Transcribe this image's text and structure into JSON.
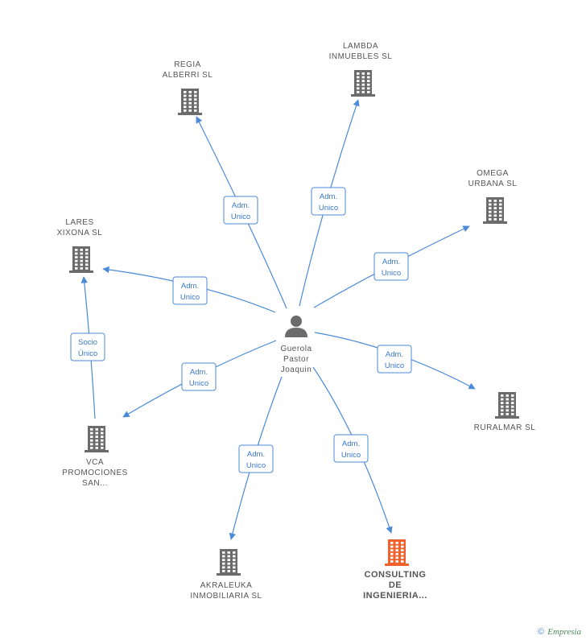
{
  "center": {
    "name_lines": [
      "Guerola",
      "Pastor",
      "Joaquin"
    ],
    "icon": "person-icon"
  },
  "nodes": [
    {
      "id": "regia",
      "lines": [
        "REGIA",
        "ALBERRI SL"
      ],
      "icon": "building-icon",
      "color": "#6b6b6b"
    },
    {
      "id": "lambda",
      "lines": [
        "LAMBDA",
        "INMUEBLES SL"
      ],
      "icon": "building-icon",
      "color": "#6b6b6b"
    },
    {
      "id": "omega",
      "lines": [
        "OMEGA",
        "URBANA SL"
      ],
      "icon": "building-icon",
      "color": "#6b6b6b"
    },
    {
      "id": "lares",
      "lines": [
        "LARES",
        "XIXONA SL"
      ],
      "icon": "building-icon",
      "color": "#6b6b6b"
    },
    {
      "id": "ruralmar",
      "lines": [
        "RURALMAR SL"
      ],
      "icon": "building-icon",
      "color": "#6b6b6b"
    },
    {
      "id": "vca",
      "lines": [
        "VCA",
        "PROMOCIONES",
        "SAN..."
      ],
      "icon": "building-icon",
      "color": "#6b6b6b"
    },
    {
      "id": "akraleuka",
      "lines": [
        "AKRALEUKA",
        "INMOBILIARIA SL"
      ],
      "icon": "building-icon",
      "color": "#6b6b6b"
    },
    {
      "id": "consulting",
      "lines": [
        "CONSULTING",
        "DE",
        "INGENIERIA..."
      ],
      "icon": "building-icon",
      "color": "#f0612e"
    }
  ],
  "edges": [
    {
      "from": "center",
      "to": "regia",
      "label": [
        "Adm.",
        "Unico"
      ]
    },
    {
      "from": "center",
      "to": "lambda",
      "label": [
        "Adm.",
        "Unico"
      ]
    },
    {
      "from": "center",
      "to": "omega",
      "label": [
        "Adm.",
        "Unico"
      ]
    },
    {
      "from": "center",
      "to": "lares",
      "label": [
        "Adm.",
        "Unico"
      ]
    },
    {
      "from": "center",
      "to": "ruralmar",
      "label": [
        "Adm.",
        "Unico"
      ]
    },
    {
      "from": "center",
      "to": "vca",
      "label": [
        "Adm.",
        "Unico"
      ]
    },
    {
      "from": "center",
      "to": "akraleuka",
      "label": [
        "Adm.",
        "Unico"
      ]
    },
    {
      "from": "center",
      "to": "consulting",
      "label": [
        "Adm.",
        "Unico"
      ]
    },
    {
      "from": "vca",
      "to": "lares",
      "label": [
        "Socio",
        "Único"
      ]
    }
  ],
  "colors": {
    "edge": "#4a8ad9",
    "building": "#6b6b6b",
    "highlight": "#f0612e"
  },
  "footer": {
    "copyright": "©",
    "brand": "Empresia"
  }
}
